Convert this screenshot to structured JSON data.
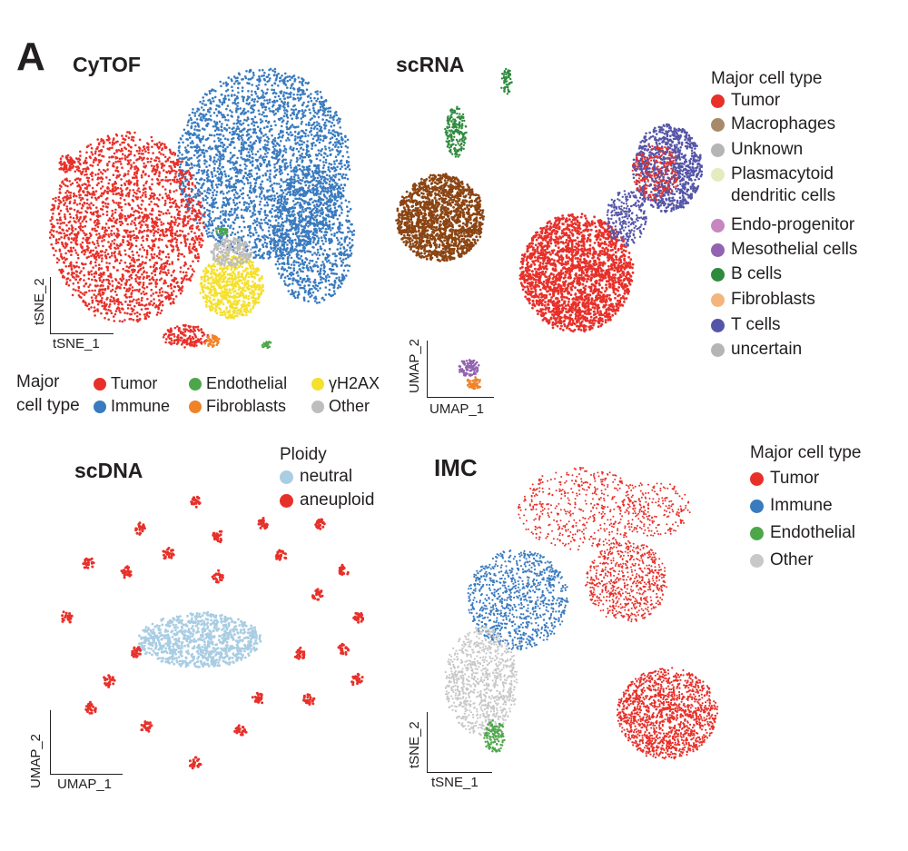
{
  "figure": {
    "panel_letter": "A",
    "panels": {
      "cytof": {
        "title": "CyTOF",
        "xlabel": "tSNE_1",
        "ylabel": "tSNE_2",
        "legend_title_line1": "Major",
        "legend_title_line2": "cell type",
        "legend": [
          {
            "label": "Tumor",
            "color": "#e8302a"
          },
          {
            "label": "Immune",
            "color": "#3a7bbf"
          },
          {
            "label": "Endothelial",
            "color": "#4ea64a"
          },
          {
            "label": "Fibroblasts",
            "color": "#f08228"
          },
          {
            "label": "γH2AX",
            "color": "#f5e02c"
          },
          {
            "label": "Other",
            "color": "#bdbdbd"
          }
        ]
      },
      "scrna": {
        "title": "scRNA",
        "xlabel": "UMAP_1",
        "ylabel": "UMAP_2",
        "legend_title": "Major cell type",
        "legend": [
          {
            "label": "Tumor",
            "color": "#e8302a"
          },
          {
            "label": "Macrophages",
            "color": "#a88a6a"
          },
          {
            "label": "Unknown",
            "color": "#b5b5b5"
          },
          {
            "label": "Plasmacytoid",
            "label2": "dendritic cells",
            "color": "#e3ecbf"
          },
          {
            "label": "Endo-progenitor",
            "color": "#c786bf"
          },
          {
            "label": "Mesothelial cells",
            "color": "#9263b0"
          },
          {
            "label": "B cells",
            "color": "#2e8b3e"
          },
          {
            "label": "Fibroblasts",
            "color": "#f3b57e"
          },
          {
            "label": "T cells",
            "color": "#5555a8"
          },
          {
            "label": "uncertain",
            "color": "#b5b5b5"
          }
        ]
      },
      "scdna": {
        "title": "scDNA",
        "xlabel": "UMAP_1",
        "ylabel": "UMAP_2",
        "legend_title": "Ploidy",
        "legend": [
          {
            "label": "neutral",
            "color": "#a9cde3"
          },
          {
            "label": "aneuploid",
            "color": "#e8302a"
          }
        ]
      },
      "imc": {
        "title": "IMC",
        "xlabel": "tSNE_1",
        "ylabel": "tSNE_2",
        "legend_title": "Major cell type",
        "legend": [
          {
            "label": "Tumor",
            "color": "#e8302a"
          },
          {
            "label": "Immune",
            "color": "#3a7bbf"
          },
          {
            "label": "Endothelial",
            "color": "#4ea64a"
          },
          {
            "label": "Other",
            "color": "#c8c8c8"
          }
        ]
      }
    }
  }
}
